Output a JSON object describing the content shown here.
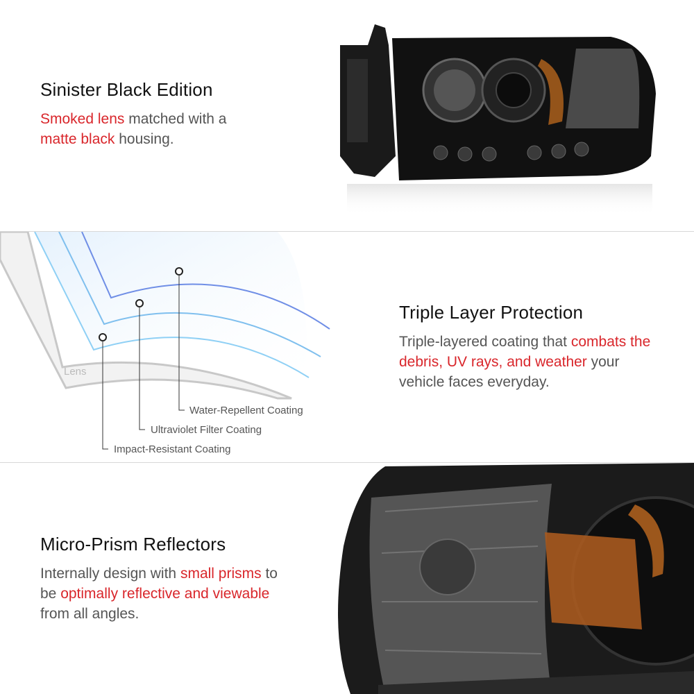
{
  "sections": [
    {
      "title": "Sinister Black Edition",
      "body": [
        {
          "text": "Smoked lens",
          "highlight": true
        },
        {
          "text": " matched with a ",
          "highlight": false
        },
        {
          "text": "matte black",
          "highlight": true
        },
        {
          "text": " housing.",
          "highlight": false
        }
      ]
    },
    {
      "title": "Triple Layer Protection",
      "body": [
        {
          "text": "Triple-layered coating that ",
          "highlight": false
        },
        {
          "text": "combats the debris, UV rays, and weather",
          "highlight": true
        },
        {
          "text": " your vehicle faces everyday.",
          "highlight": false
        }
      ],
      "diagram": {
        "lens_label": "Lens",
        "layers": [
          "Water-Repellent Coating",
          "Ultraviolet Filter Coating",
          "Impact-Resistant Coating"
        ]
      }
    },
    {
      "title": "Micro-Prism Reflectors",
      "body": [
        {
          "text": "Internally design with ",
          "highlight": false
        },
        {
          "text": "small prisms",
          "highlight": true
        },
        {
          "text": " to be ",
          "highlight": false
        },
        {
          "text": "optimally reflective and viewable",
          "highlight": true
        },
        {
          "text": " from all angles.",
          "highlight": false
        }
      ]
    }
  ],
  "colors": {
    "highlight": "#d9262b",
    "text": "#555555",
    "heading": "#111111"
  }
}
